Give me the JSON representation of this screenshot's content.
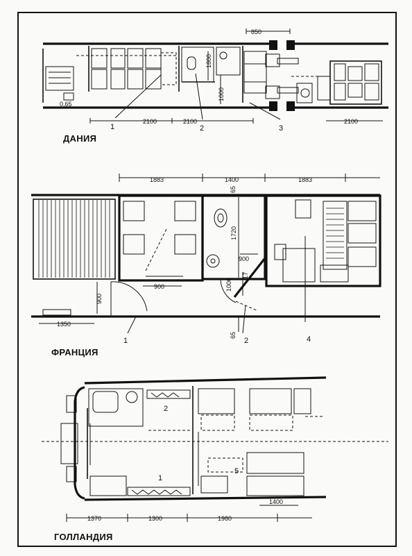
{
  "sections": {
    "denmark": {
      "caption": "ДАНИЯ",
      "dims": [
        "850",
        "1800",
        "1000",
        "0,65",
        "2100",
        "2100",
        "2100"
      ],
      "callouts": [
        "1",
        "2",
        "3"
      ]
    },
    "france": {
      "caption": "ФРАНЦИЯ",
      "dims": [
        "1883",
        "1400",
        "1883",
        "65",
        "1720",
        "900",
        "1000",
        "17",
        "900",
        "900",
        "1350",
        "65"
      ],
      "callouts": [
        "1",
        "2",
        "4"
      ]
    },
    "holland": {
      "caption": "ГОЛЛАНДИЯ",
      "dims": [
        "1370",
        "1300",
        "1980",
        "1400"
      ],
      "callouts": [
        "2",
        "1",
        "5"
      ]
    }
  }
}
